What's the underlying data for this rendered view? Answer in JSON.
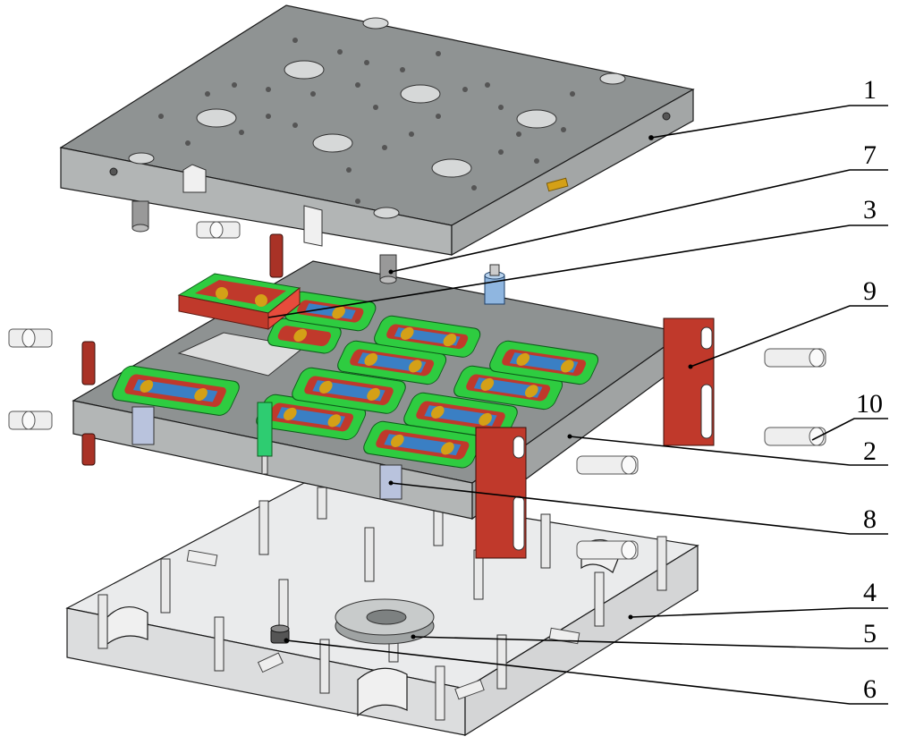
{
  "colors": {
    "plate_top": "#8f9393",
    "plate_side": "#a9adad",
    "plate_dark": "#6e7272",
    "transparent_plate": "#d9dadb",
    "red_part": "#c0392b",
    "green_part": "#2ecc40",
    "yellow_part": "#d4a017",
    "blue_part": "#3a7fc4",
    "bolt": "#e6e6e6",
    "line": "#000000"
  },
  "callouts": [
    {
      "id": "1",
      "label": "1"
    },
    {
      "id": "7",
      "label": "7"
    },
    {
      "id": "3",
      "label": "3"
    },
    {
      "id": "9",
      "label": "9"
    },
    {
      "id": "10",
      "label": "10"
    },
    {
      "id": "2",
      "label": "2"
    },
    {
      "id": "8",
      "label": "8"
    },
    {
      "id": "4",
      "label": "4"
    },
    {
      "id": "5",
      "label": "5"
    },
    {
      "id": "6",
      "label": "6"
    }
  ]
}
